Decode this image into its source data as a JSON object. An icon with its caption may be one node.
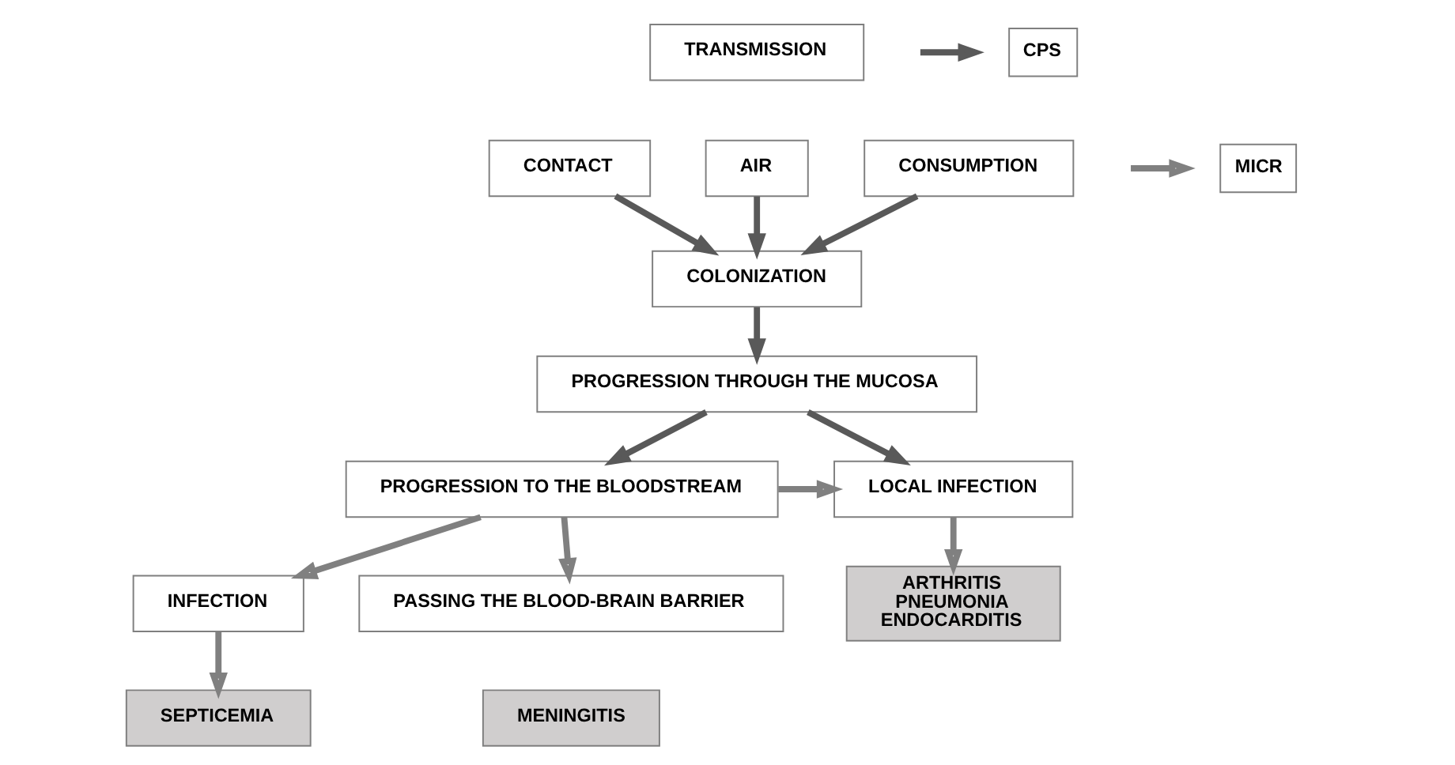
{
  "diagram": {
    "nodes": [
      {
        "text": [
          "TRANSMISSION"
        ]
      },
      {
        "text": [
          "CONTACT"
        ]
      },
      {
        "text": [
          "AIR"
        ]
      },
      {
        "text": [
          "CONSUMPTION"
        ]
      },
      {
        "text": [
          "COLONIZATION"
        ]
      },
      {
        "text": [
          "PROGRESSION THROUGH THE MUCOSA"
        ]
      },
      {
        "text": [
          "LOCAL INFECTION"
        ]
      },
      {
        "text": [
          "PROGRESSION TO THE BLOODSTREAM"
        ]
      },
      {
        "text": [
          "INFECTION"
        ]
      },
      {
        "text": [
          "PASSING THE BLOOD-BRAIN BARRIER"
        ]
      },
      {
        "text": [
          "ARTHRITIS",
          "PNEUMONIA",
          "ENDOCARDITIS"
        ]
      },
      {
        "text": [
          "SEPTICEMIA"
        ]
      },
      {
        "text": [
          "MENINGITIS"
        ]
      }
    ],
    "edges": [
      {
        "from": 1,
        "to": 4,
        "arrow": "to"
      },
      {
        "from": 2,
        "to": 4,
        "arrow": "to"
      },
      {
        "from": 3,
        "to": 4,
        "arrow": "to"
      },
      {
        "from": 4,
        "to": 5,
        "arrow": "to"
      },
      {
        "from": 5,
        "to": 7,
        "arrow": "to"
      },
      {
        "from": 5,
        "to": 6,
        "arrow": "to"
      },
      {
        "from": 7,
        "to": 6,
        "arrow": "to",
        "color": "#808080"
      },
      {
        "from": 7,
        "to": 8,
        "arrow": "to",
        "color": "#808080"
      },
      {
        "from": 7,
        "to": 9,
        "arrow": "to",
        "color": "#808080"
      },
      {
        "from": 6,
        "to": 10,
        "arrow": "to",
        "color": "#808080"
      },
      {
        "from": 8,
        "to": 11,
        "arrow": "to",
        "color": "#808080"
      }
    ],
    "legend": [
      {
        "text": "CPS"
      },
      {
        "text": "MICR"
      }
    ]
  }
}
